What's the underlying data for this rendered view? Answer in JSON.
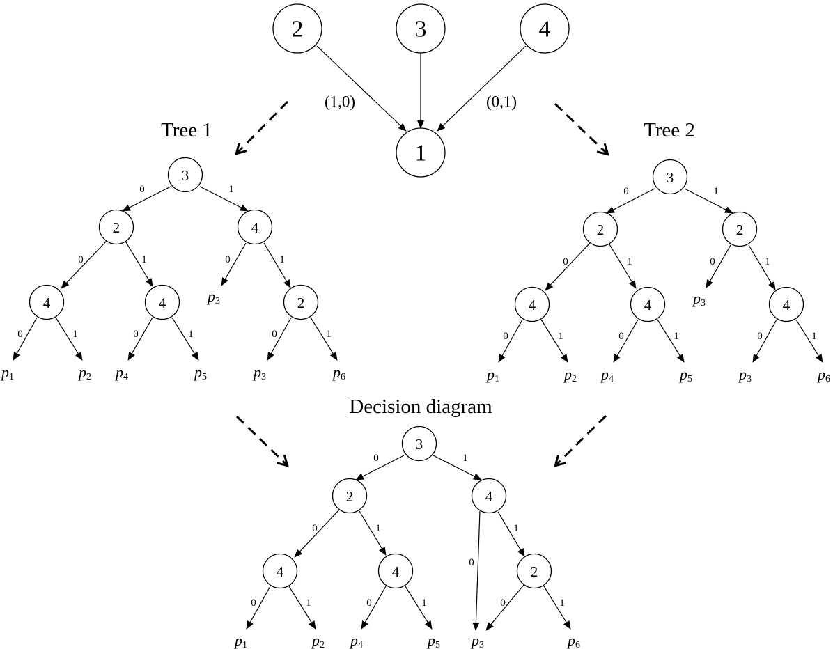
{
  "top_graph": {
    "nodes": [
      "1",
      "2",
      "3",
      "4"
    ],
    "edges": [
      {
        "from": "2",
        "to": "1",
        "label": "(1,0)"
      },
      {
        "from": "3",
        "to": "1",
        "label": ""
      },
      {
        "from": "4",
        "to": "1",
        "label": "(0,1)"
      }
    ]
  },
  "tree1": {
    "title": "Tree 1",
    "nodes": [
      "3",
      "2",
      "4",
      "4",
      "4",
      "2"
    ],
    "edge_labels": [
      "0",
      "1"
    ],
    "leaves": [
      {
        "letter": "p",
        "sub": "1"
      },
      {
        "letter": "p",
        "sub": "2"
      },
      {
        "letter": "p",
        "sub": "4"
      },
      {
        "letter": "p",
        "sub": "5"
      },
      {
        "letter": "p",
        "sub": "3"
      },
      {
        "letter": "p",
        "sub": "3"
      },
      {
        "letter": "p",
        "sub": "6"
      }
    ]
  },
  "tree2": {
    "title": "Tree 2",
    "nodes": [
      "3",
      "2",
      "2",
      "4",
      "4",
      "4"
    ],
    "edge_labels": [
      "0",
      "1"
    ],
    "leaves": [
      {
        "letter": "p",
        "sub": "1"
      },
      {
        "letter": "p",
        "sub": "2"
      },
      {
        "letter": "p",
        "sub": "4"
      },
      {
        "letter": "p",
        "sub": "5"
      },
      {
        "letter": "p",
        "sub": "3"
      },
      {
        "letter": "p",
        "sub": "3"
      },
      {
        "letter": "p",
        "sub": "6"
      }
    ]
  },
  "diagram": {
    "title": "Decision diagram",
    "nodes": [
      "3",
      "2",
      "4",
      "4",
      "4",
      "2"
    ],
    "edge_labels": [
      "0",
      "1"
    ],
    "leaves": [
      {
        "letter": "p",
        "sub": "1"
      },
      {
        "letter": "p",
        "sub": "2"
      },
      {
        "letter": "p",
        "sub": "4"
      },
      {
        "letter": "p",
        "sub": "5"
      },
      {
        "letter": "p",
        "sub": "3"
      },
      {
        "letter": "p",
        "sub": "6"
      }
    ]
  },
  "colors": {
    "stroke": "#000000",
    "background": "#ffffff"
  }
}
